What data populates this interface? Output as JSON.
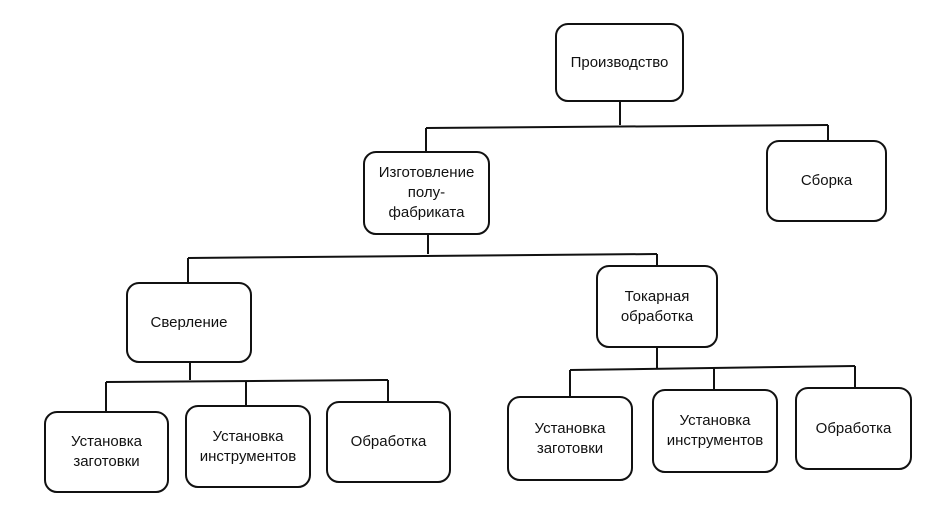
{
  "diagram": {
    "type": "tree",
    "root": {
      "label": "Производство"
    },
    "level1": {
      "manufacturing": "Изготовление\nполу-\nфабриката",
      "assembly": "Сборка"
    },
    "level2": {
      "drilling": "Сверление",
      "turning": "Токарная\nобработка"
    },
    "level3": {
      "drilling_children": [
        "Установка\nзаготовки",
        "Установка\nинструментов",
        "Обработка"
      ],
      "turning_children": [
        "Установка\nзаготовки",
        "Установка\nинструментов",
        "Обработка"
      ]
    },
    "colors": {
      "stroke": "#111111",
      "background": "#ffffff"
    }
  }
}
